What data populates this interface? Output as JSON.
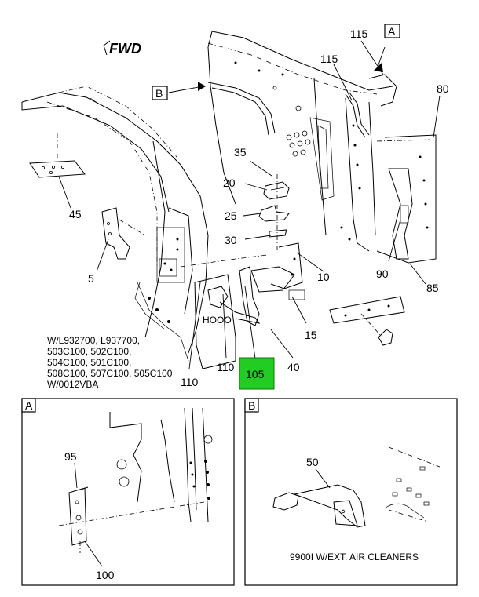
{
  "main_view": {
    "fwd_label": "FWD",
    "callouts": {
      "c115a": "115",
      "c115b": "115",
      "cA": "A",
      "cB": "B",
      "c80": "80",
      "c35": "35",
      "c20": "20",
      "c25": "25",
      "c30": "30",
      "c45": "45",
      "c5": "5",
      "c10": "10",
      "c15": "15",
      "c90": "90",
      "c85": "85",
      "c110a": "110",
      "c110b": "110",
      "c105": "105",
      "c40": "40"
    },
    "highlight_color": "#22cc22",
    "note_lines": [
      "W/L932700, L937700,",
      "503C100, 502C100,",
      "504C100, 501C100,",
      "508C100, 507C100, 505C100",
      "W/0012VBA"
    ]
  },
  "detail_a": {
    "tag": "A",
    "c95": "95",
    "c100": "100"
  },
  "detail_b": {
    "tag": "B",
    "c50": "50",
    "caption": "9900I W/EXT. AIR CLEANERS"
  }
}
